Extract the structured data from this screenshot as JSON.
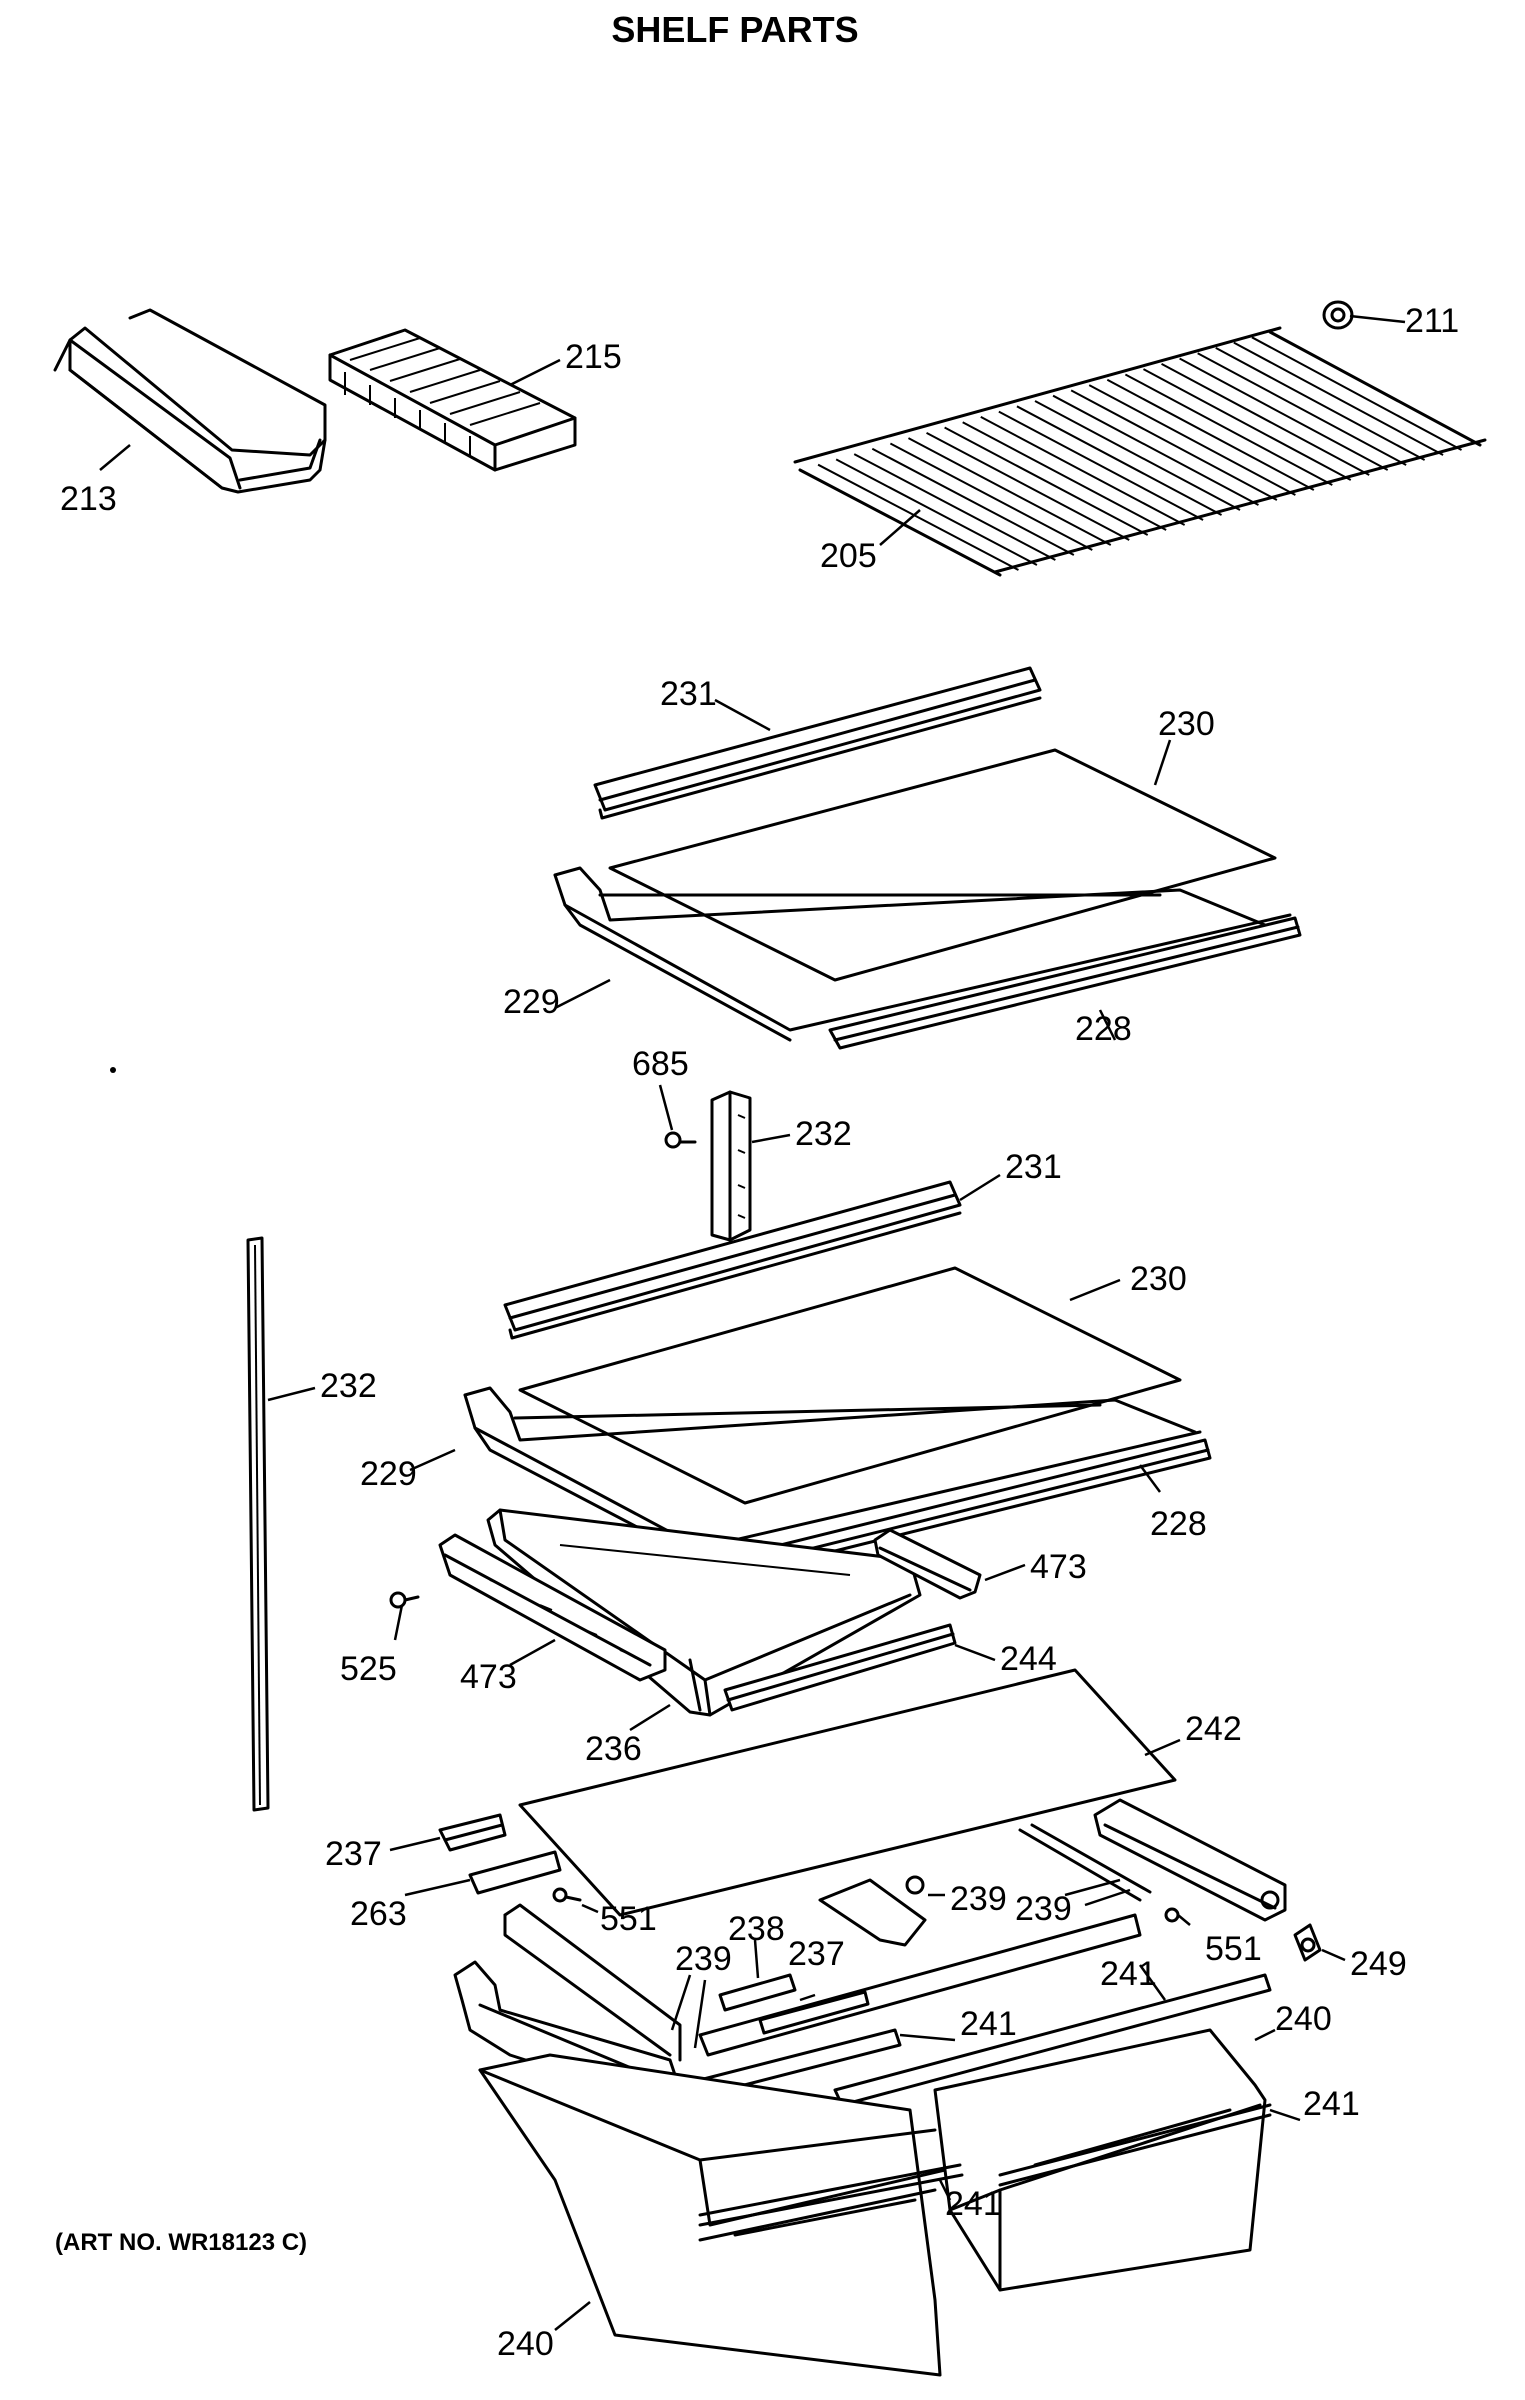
{
  "title": "SHELF PARTS",
  "art_number": "(ART NO. WR18123 C)",
  "callouts": {
    "c211": "211",
    "c215": "215",
    "c213": "213",
    "c205": "205",
    "c231a": "231",
    "c230a": "230",
    "c229a": "229",
    "c228a": "228",
    "c685": "685",
    "c232a": "232",
    "c231b": "231",
    "c230b": "230",
    "c232b": "232",
    "c229b": "229",
    "c228b": "228",
    "c525": "525",
    "c473a": "473",
    "c473b": "473",
    "c244": "244",
    "c236": "236",
    "c242": "242",
    "c237a": "237",
    "c263": "263",
    "c551a": "551",
    "c239a": "239",
    "c239b": "239",
    "c238": "238",
    "c237b": "237",
    "c239c": "239",
    "c551b": "551",
    "c249": "249",
    "c241a": "241",
    "c241b": "241",
    "c240a": "240",
    "c241c": "241",
    "c241d": "241",
    "c240b": "240"
  }
}
